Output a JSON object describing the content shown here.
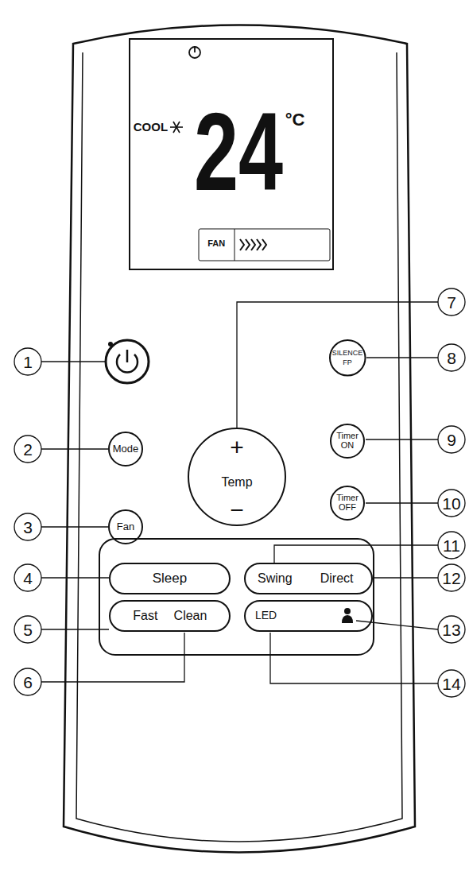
{
  "diagram": {
    "nodes": [
      {
        "text": [
          "COOL",
          "24",
          "°C",
          "FAN"
        ]
      },
      {
        "text": [
          "SILENCE",
          "FP"
        ]
      },
      {
        "text": [
          "Mode"
        ]
      },
      {
        "text": [
          "+",
          "Temp",
          "−"
        ]
      },
      {
        "text": [
          "Timer ON"
        ]
      },
      {
        "text": [
          "Fan"
        ]
      },
      {
        "text": [
          "Timer OFF"
        ]
      },
      {
        "text": [
          "Sleep"
        ]
      },
      {
        "text": [
          "Swing",
          "Direct"
        ]
      },
      {
        "text": [
          "Fast",
          "Clean"
        ]
      },
      {
        "text": [
          "LED"
        ]
      }
    ],
    "labels": [
      "1",
      "2",
      "3",
      "4",
      "5",
      "6",
      "7",
      "8",
      "9",
      "10",
      "11",
      "12",
      "13",
      "14"
    ]
  }
}
